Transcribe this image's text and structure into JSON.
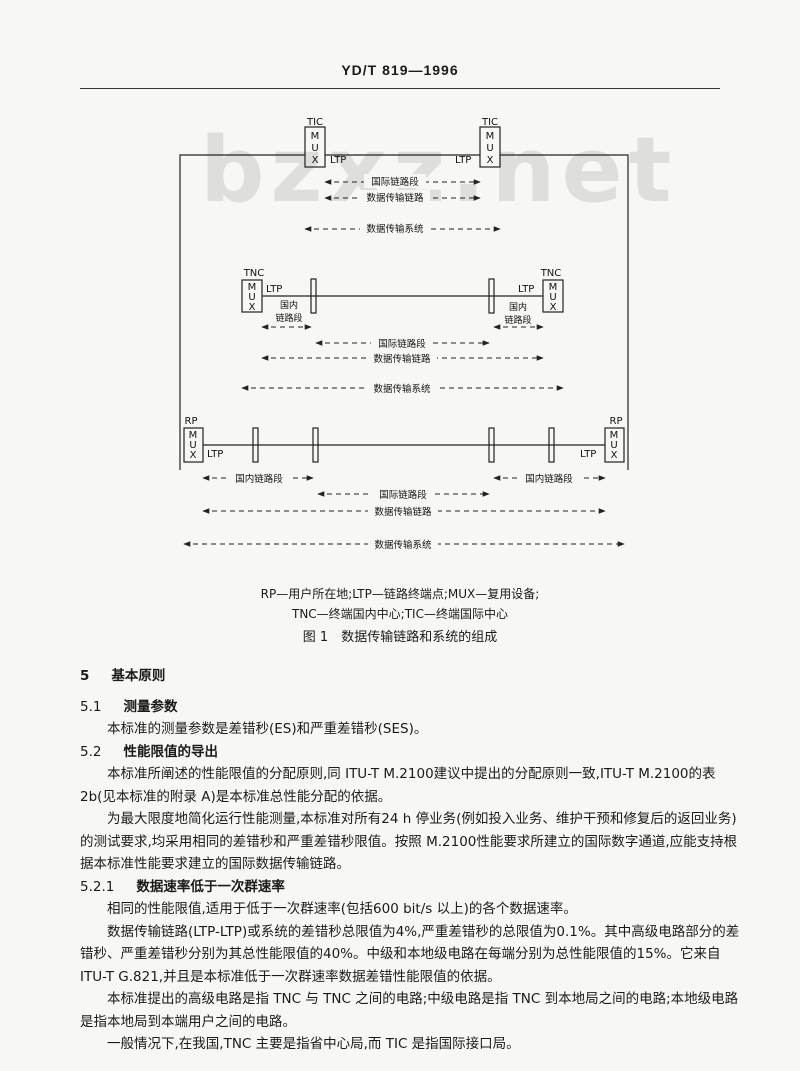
{
  "header": {
    "title": "YD/T 819—1996"
  },
  "watermark": "bzxz.net",
  "diagram": {
    "section1": {
      "left_node": "TIC",
      "right_node": "TIC",
      "mux": [
        "M",
        "U",
        "X"
      ],
      "ltp": "LTP",
      "labels": [
        "国际链路段",
        "数据传输链路",
        "数据传输系统"
      ]
    },
    "section2": {
      "left_node": "TNC",
      "right_node": "TNC",
      "mux": [
        "M",
        "U",
        "X"
      ],
      "ltp": "LTP",
      "domestic": [
        "国内",
        "链路段"
      ],
      "labels": [
        "国际链路段",
        "数据传输链路",
        "数据传输系统"
      ]
    },
    "section3": {
      "left_node": "RP",
      "right_node": "RP",
      "mux": [
        "M",
        "U",
        "X"
      ],
      "ltp": "LTP",
      "labels": [
        "国内链路段",
        "国内链路段",
        "国际链路段",
        "数据传输链路",
        "数据传输系统"
      ]
    }
  },
  "caption": {
    "line1": "RP—用户所在地;LTP—链路终端点;MUX—复用设备;",
    "line2": "TNC—终端国内中心;TIC—终端国际中心",
    "figure": "图 1　数据传输链路和系统的组成"
  },
  "content": {
    "s5": {
      "num": "5",
      "title": "基本原则"
    },
    "s51": {
      "num": "5.1",
      "title": "测量参数"
    },
    "p1": "本标准的测量参数是差错秒(ES)和严重差错秒(SES)。",
    "s52": {
      "num": "5.2",
      "title": "性能限值的导出"
    },
    "p2": "本标准所阐述的性能限值的分配原则,同 ITU-T M.2100建议中提出的分配原则一致,ITU-T M.2100的表2b(见本标准的附录 A)是本标准总性能分配的依据。",
    "p3": "为最大限度地简化运行性能测量,本标准对所有24 h 停业务(例如投入业务、维护干预和修复后的返回业务)的测试要求,均采用相同的差错秒和严重差错秒限值。按照 M.2100性能要求所建立的国际数字通道,应能支持根据本标准性能要求建立的国际数据传输链路。",
    "s521": {
      "num": "5.2.1",
      "title": "数据速率低于一次群速率"
    },
    "p4": "相同的性能限值,适用于低于一次群速率(包括600 bit/s 以上)的各个数据速率。",
    "p5": "数据传输链路(LTP-LTP)或系统的差错秒总限值为4%,严重差错秒的总限值为0.1%。其中高级电路部分的差错秒、严重差错秒分别为其总性能限值的40%。中级和本地级电路在每端分别为总性能限值的15%。它来自 ITU-T G.821,并且是本标准低于一次群速率数据差错性能限值的依据。",
    "p6": "本标准提出的高级电路是指 TNC 与 TNC 之间的电路;中级电路是指 TNC 到本地局之间的电路;本地级电路是指本地局到本端用户之间的电路。",
    "p7": "一般情况下,在我国,TNC 主要是指省中心局,而 TIC 是指国际接口局。"
  }
}
